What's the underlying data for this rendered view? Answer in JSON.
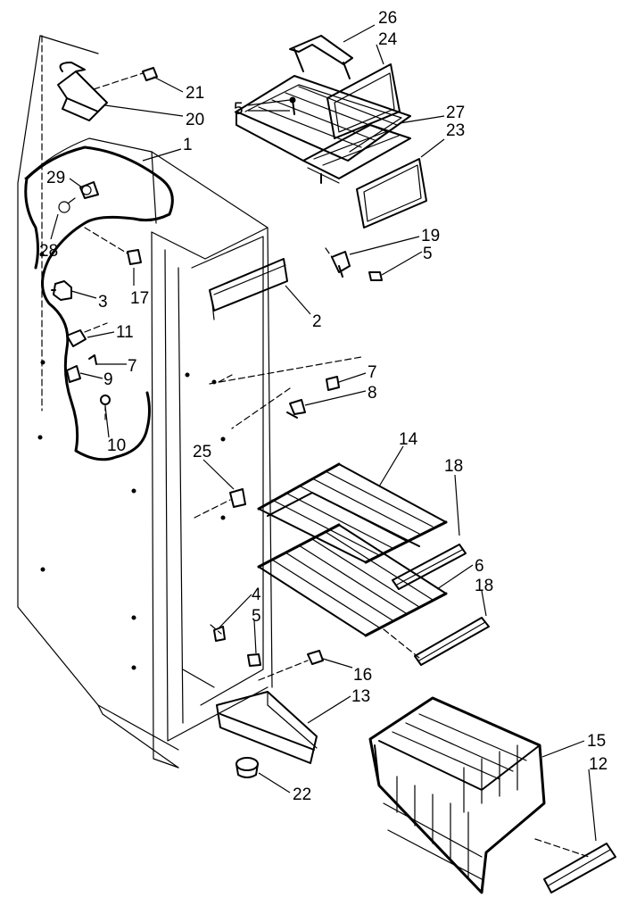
{
  "callouts": [
    {
      "id": "c26",
      "text": "26"
    },
    {
      "id": "c24",
      "text": "24"
    },
    {
      "id": "c21",
      "text": "21"
    },
    {
      "id": "c20",
      "text": "20"
    },
    {
      "id": "c1",
      "text": "1"
    },
    {
      "id": "c5a",
      "text": "5"
    },
    {
      "id": "c27",
      "text": "27"
    },
    {
      "id": "c23",
      "text": "23"
    },
    {
      "id": "c29",
      "text": "29"
    },
    {
      "id": "c28",
      "text": "28"
    },
    {
      "id": "c17",
      "text": "17"
    },
    {
      "id": "c3",
      "text": "3"
    },
    {
      "id": "c19",
      "text": "19"
    },
    {
      "id": "c5b",
      "text": "5"
    },
    {
      "id": "c2",
      "text": "2"
    },
    {
      "id": "c11",
      "text": "11"
    },
    {
      "id": "c7a",
      "text": "7"
    },
    {
      "id": "c9",
      "text": "9"
    },
    {
      "id": "c10",
      "text": "10"
    },
    {
      "id": "c7b",
      "text": "7"
    },
    {
      "id": "c8",
      "text": "8"
    },
    {
      "id": "c14",
      "text": "14"
    },
    {
      "id": "c25",
      "text": "25"
    },
    {
      "id": "c18a",
      "text": "18"
    },
    {
      "id": "c6",
      "text": "6"
    },
    {
      "id": "c18b",
      "text": "18"
    },
    {
      "id": "c4",
      "text": "4"
    },
    {
      "id": "c5c",
      "text": "5"
    },
    {
      "id": "c16",
      "text": "16"
    },
    {
      "id": "c13",
      "text": "13"
    },
    {
      "id": "c15",
      "text": "15"
    },
    {
      "id": "c12",
      "text": "12"
    },
    {
      "id": "c22",
      "text": "22"
    }
  ]
}
